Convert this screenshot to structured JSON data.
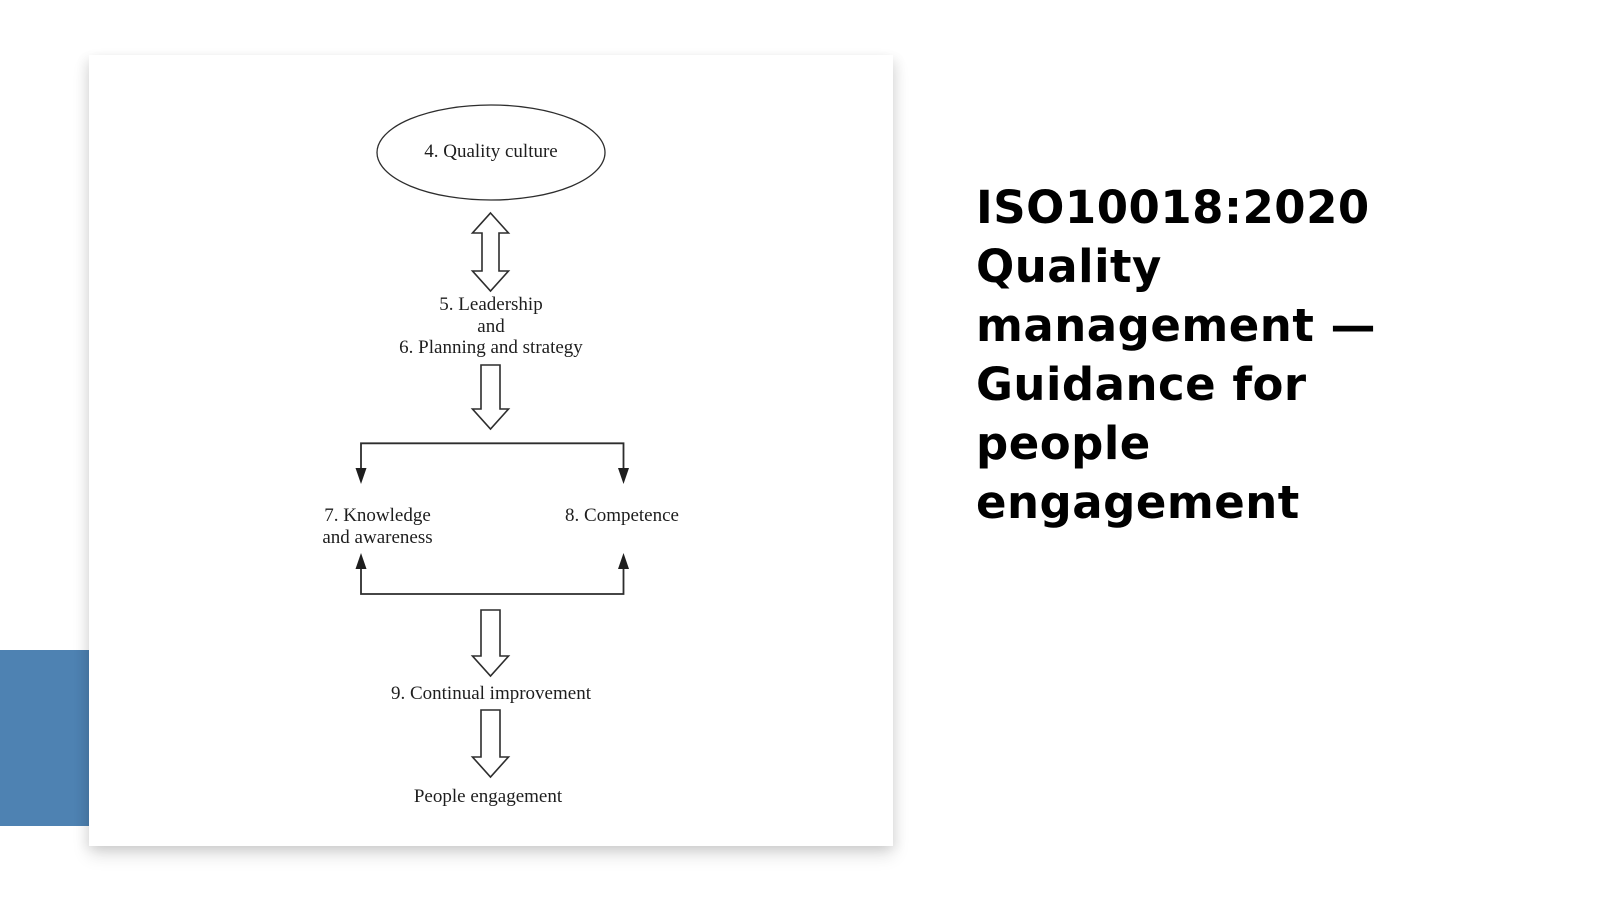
{
  "slide": {
    "background_color": "#ffffff",
    "accent_bar_color": "#4e82b2",
    "title_color": "#000000",
    "title_lines": [
      "ISO10018:2020",
      "Quality",
      "management —",
      "Guidance for",
      "people",
      "engagement"
    ]
  },
  "diagram": {
    "stroke_color": "#2d2d2d",
    "text_color": "#1e1e1e",
    "nodes": {
      "quality_culture": "4. Quality culture",
      "leadership_line1": "5. Leadership",
      "leadership_line2": "and",
      "leadership_line3": "6. Planning and strategy",
      "knowledge_line1": "7. Knowledge",
      "knowledge_line2": "and awareness",
      "competence": "8. Competence",
      "continual_improvement": "9. Continual improvement",
      "people_engagement": "People engagement"
    }
  }
}
